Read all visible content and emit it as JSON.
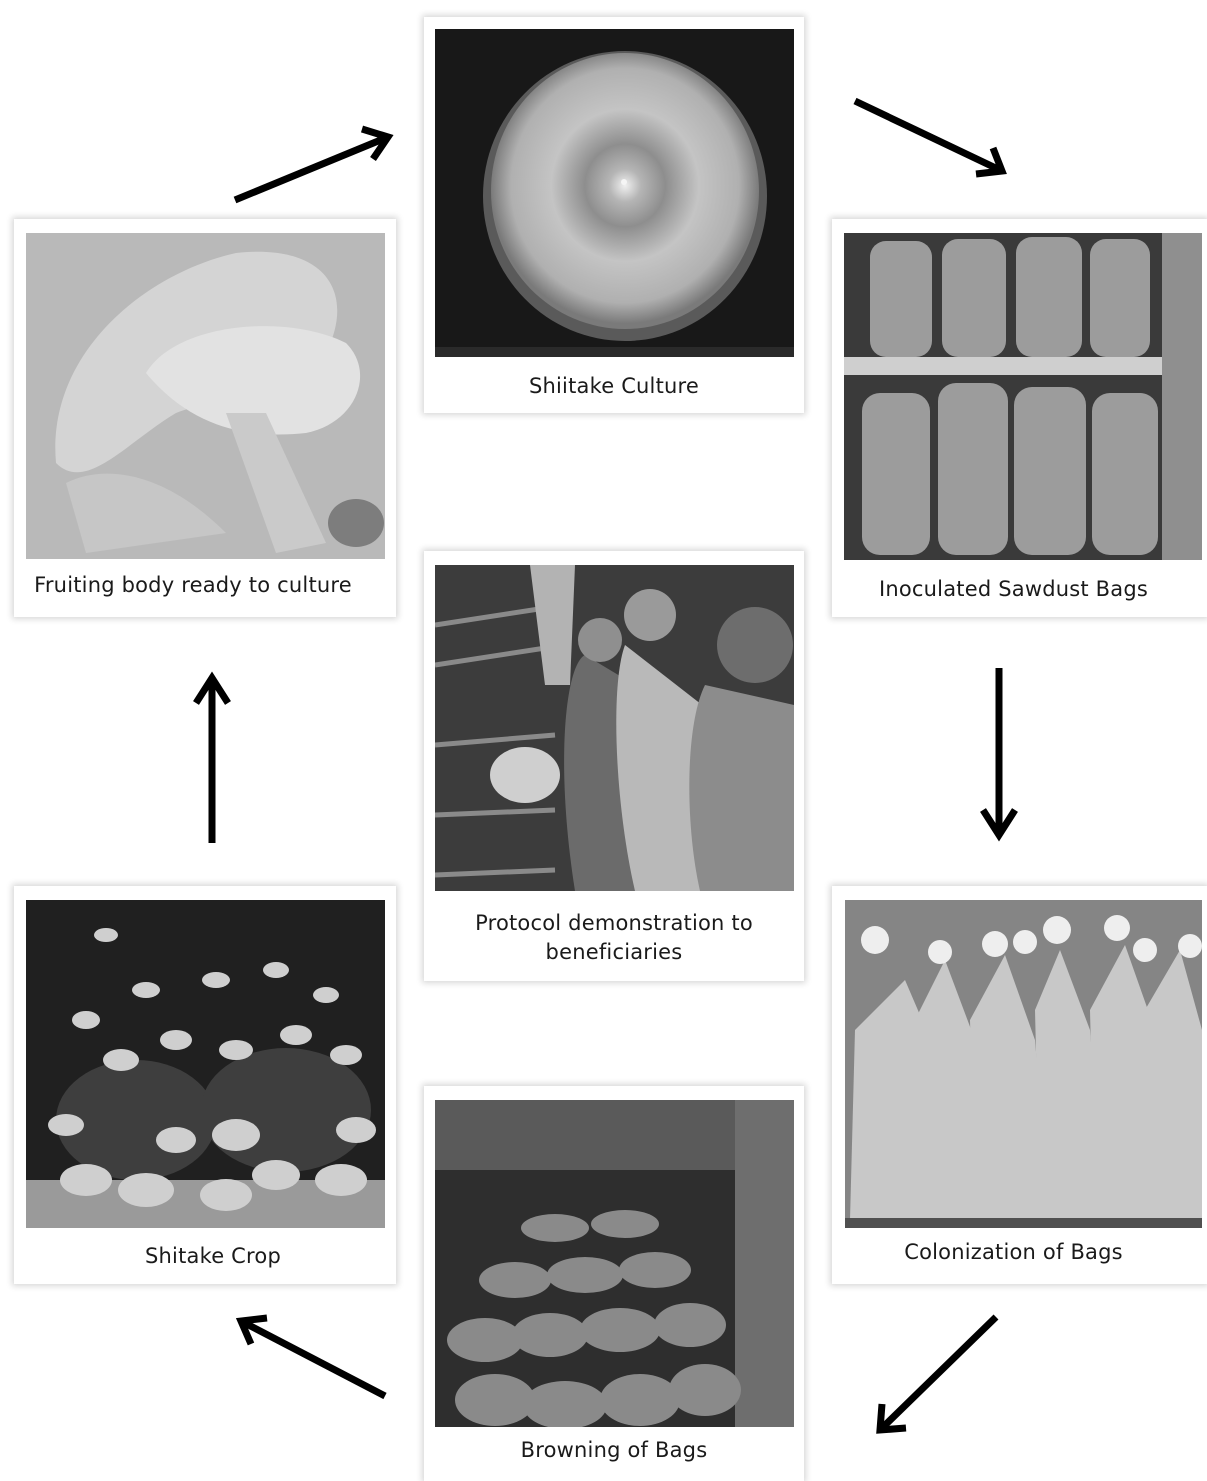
{
  "stages": {
    "culture": {
      "caption": "Shiitake Culture",
      "photo": "petri-dish-culture-photo"
    },
    "inoculated": {
      "caption": "Inoculated Sawdust Bags",
      "photo": "sawdust-bags-on-rack-photo"
    },
    "colonization": {
      "caption": "Colonization of Bags",
      "photo": "colonized-bags-photo"
    },
    "browning": {
      "caption": "Browning of Bags",
      "photo": "browning-bags-photo"
    },
    "crop": {
      "caption": "Shitake Crop",
      "photo": "shiitake-crop-photo"
    },
    "fruiting": {
      "caption": "Fruiting body ready to culture",
      "photo": "mushroom-fruiting-body-photo"
    },
    "protocol": {
      "caption_line1": "Protocol demonstration to",
      "caption_line2": "beneficiaries",
      "photo": "people-in-growing-room-photo"
    }
  },
  "cycle_order": [
    "culture",
    "inoculated",
    "colonization",
    "browning",
    "crop",
    "fruiting"
  ],
  "arrow_icon": "arrow-icon"
}
